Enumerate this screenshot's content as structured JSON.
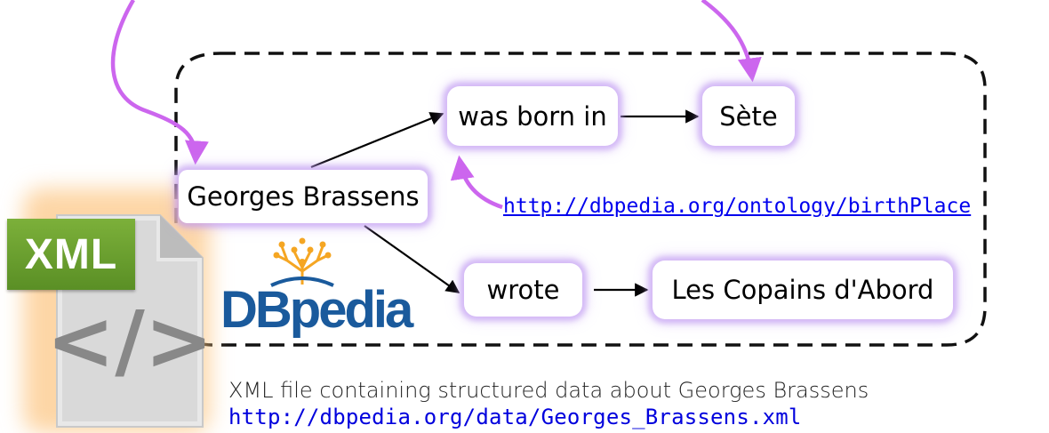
{
  "nodes": {
    "subject": "Georges Brassens",
    "predicate_birth": "was born in",
    "object_birth": "Sète",
    "predicate_wrote": "wrote",
    "object_wrote": "Les Copains d'Abord"
  },
  "birthplace_uri": "http://dbpedia.org/ontology/birthPlace",
  "xml_icon": {
    "label": "XML",
    "glyph": "</>"
  },
  "dbpedia_logo": {
    "text": "DBpedia"
  },
  "caption": "XML file containing structured data about Georges Brassens",
  "data_uri": "http://dbpedia.org/data/Georges_Brassens.xml",
  "colors": {
    "arrow": "#000000",
    "pointer": "#cc66ee",
    "link": "#0000ee",
    "xml_green": "#6aa22f",
    "dbpedia_blue": "#1a5a9c",
    "dbpedia_orange": "#f5a623"
  }
}
